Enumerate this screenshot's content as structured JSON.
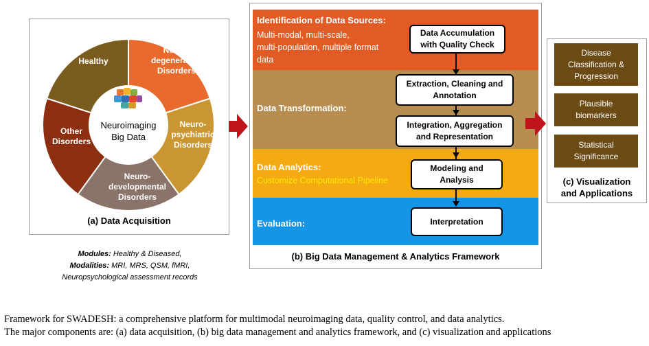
{
  "acquisition": {
    "segments": [
      {
        "label": "Healthy",
        "color": "#7a5c1e"
      },
      {
        "label": "Neuro-\ndegenerative\nDisorders",
        "color": "#e86a2c"
      },
      {
        "label": "Neuro-\npsychiatric\nDisorders",
        "color": "#c99632"
      },
      {
        "label": "Neuro-\ndevelopmental\nDisorders",
        "color": "#8a7368"
      },
      {
        "label": "Other\nDisorders",
        "color": "#8c2e10"
      }
    ],
    "center_label": "Neuroimaging\nBig Data",
    "panel_title": "(a) Data Acquisition",
    "modules_label": "Modules:",
    "modules_text": " Healthy & Diseased,",
    "modalities_label": "Modalities:",
    "modalities_text": " MRI, MRS, QSM, fMRI,",
    "records_text": "Neuropsychological assessment records"
  },
  "framework": {
    "bands": [
      {
        "title": "Identification of Data Sources:",
        "desc": "Multi-modal, multi-scale,\nmulti-population, multiple format\ndata",
        "color": "#e25a24"
      },
      {
        "title": "Data Transformation:",
        "desc": "",
        "color": "#b88d52"
      },
      {
        "title": "Data Analytics:",
        "desc": "Customize Computational Pipeline",
        "color": "#f4aa12"
      },
      {
        "title": "Evaluation:",
        "desc": "",
        "color": "#1495e6"
      }
    ],
    "boxes": {
      "accumulation": "Data Accumulation\nwith Quality Check",
      "extraction": "Extraction, Cleaning and\nAnnotation",
      "integration": "Integration, Aggregation\nand Representation",
      "modeling": "Modeling and\nAnalysis",
      "interpretation": "Interpretation"
    },
    "panel_title": "(b) Big Data Management & Analytics Framework"
  },
  "visualization": {
    "items": [
      "Disease\nClassification &\nProgression",
      "Plausible\nbiomarkers",
      "Statistical\nSignificance"
    ],
    "panel_title": "(c) Visualization\nand Applications"
  },
  "caption": {
    "line1": "Framework for SWADESH: a comprehensive platform for multimodal neuroimaging data, quality control, and data analytics.",
    "line2": "The major components are: (a) data acquisition, (b) big data management and analytics framework, and (c) visualization and applications"
  },
  "colors": {
    "arrow": "#c0141c",
    "output_box": "#6b4a14",
    "band_text_yellow": "#ffe800"
  }
}
